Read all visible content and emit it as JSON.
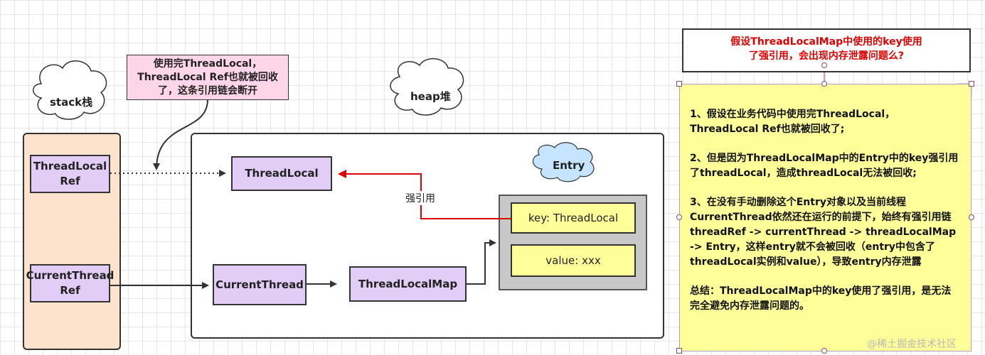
{
  "clouds": {
    "stack": "stack栈",
    "heap": "heap堆",
    "entry": "Entry"
  },
  "callout": "使用完ThreadLocal，ThreadLocal Ref也就被回收了，这条引用链会断开",
  "stack_boxes": {
    "threadlocal_ref": "ThreadLocal Ref",
    "currentthread_ref": "CurrentThread Ref"
  },
  "heap_boxes": {
    "threadlocal": "ThreadLocal",
    "currentthread": "CurrentThread",
    "threadlocalmap": "ThreadLocalMap"
  },
  "entry": {
    "key": "key: ThreadLocal",
    "value": "value: xxx"
  },
  "strong_ref_label": "强引用",
  "question": "假设ThreadLocalMap中使用的key使用了强引用，会出现内存泄露问题么?",
  "note": {
    "p1": "1、假设在业务代码中使用完ThreadLocal，ThreadLocal Ref也就被回收了;",
    "p2": "2、但是因为ThreadLocalMap中的Entry中的key强引用了threadLocal，造成threadLocal无法被回收;",
    "p3": "3、在没有手动删除这个Entry对象以及当前线程CurrentThread依然还在运行的前提下，始终有强引用链threadRef ->  currentThread -> threadLocalMap -> Entry，这样entry就不会被回收（entry中包含了threadLocal实例和value），导致entry内存泄露",
    "p4": "总结：ThreadLocalMap中的key使用了强引用，是无法完全避免内存泄露问题的。"
  },
  "watermark": "@稀土掘金技术社区"
}
